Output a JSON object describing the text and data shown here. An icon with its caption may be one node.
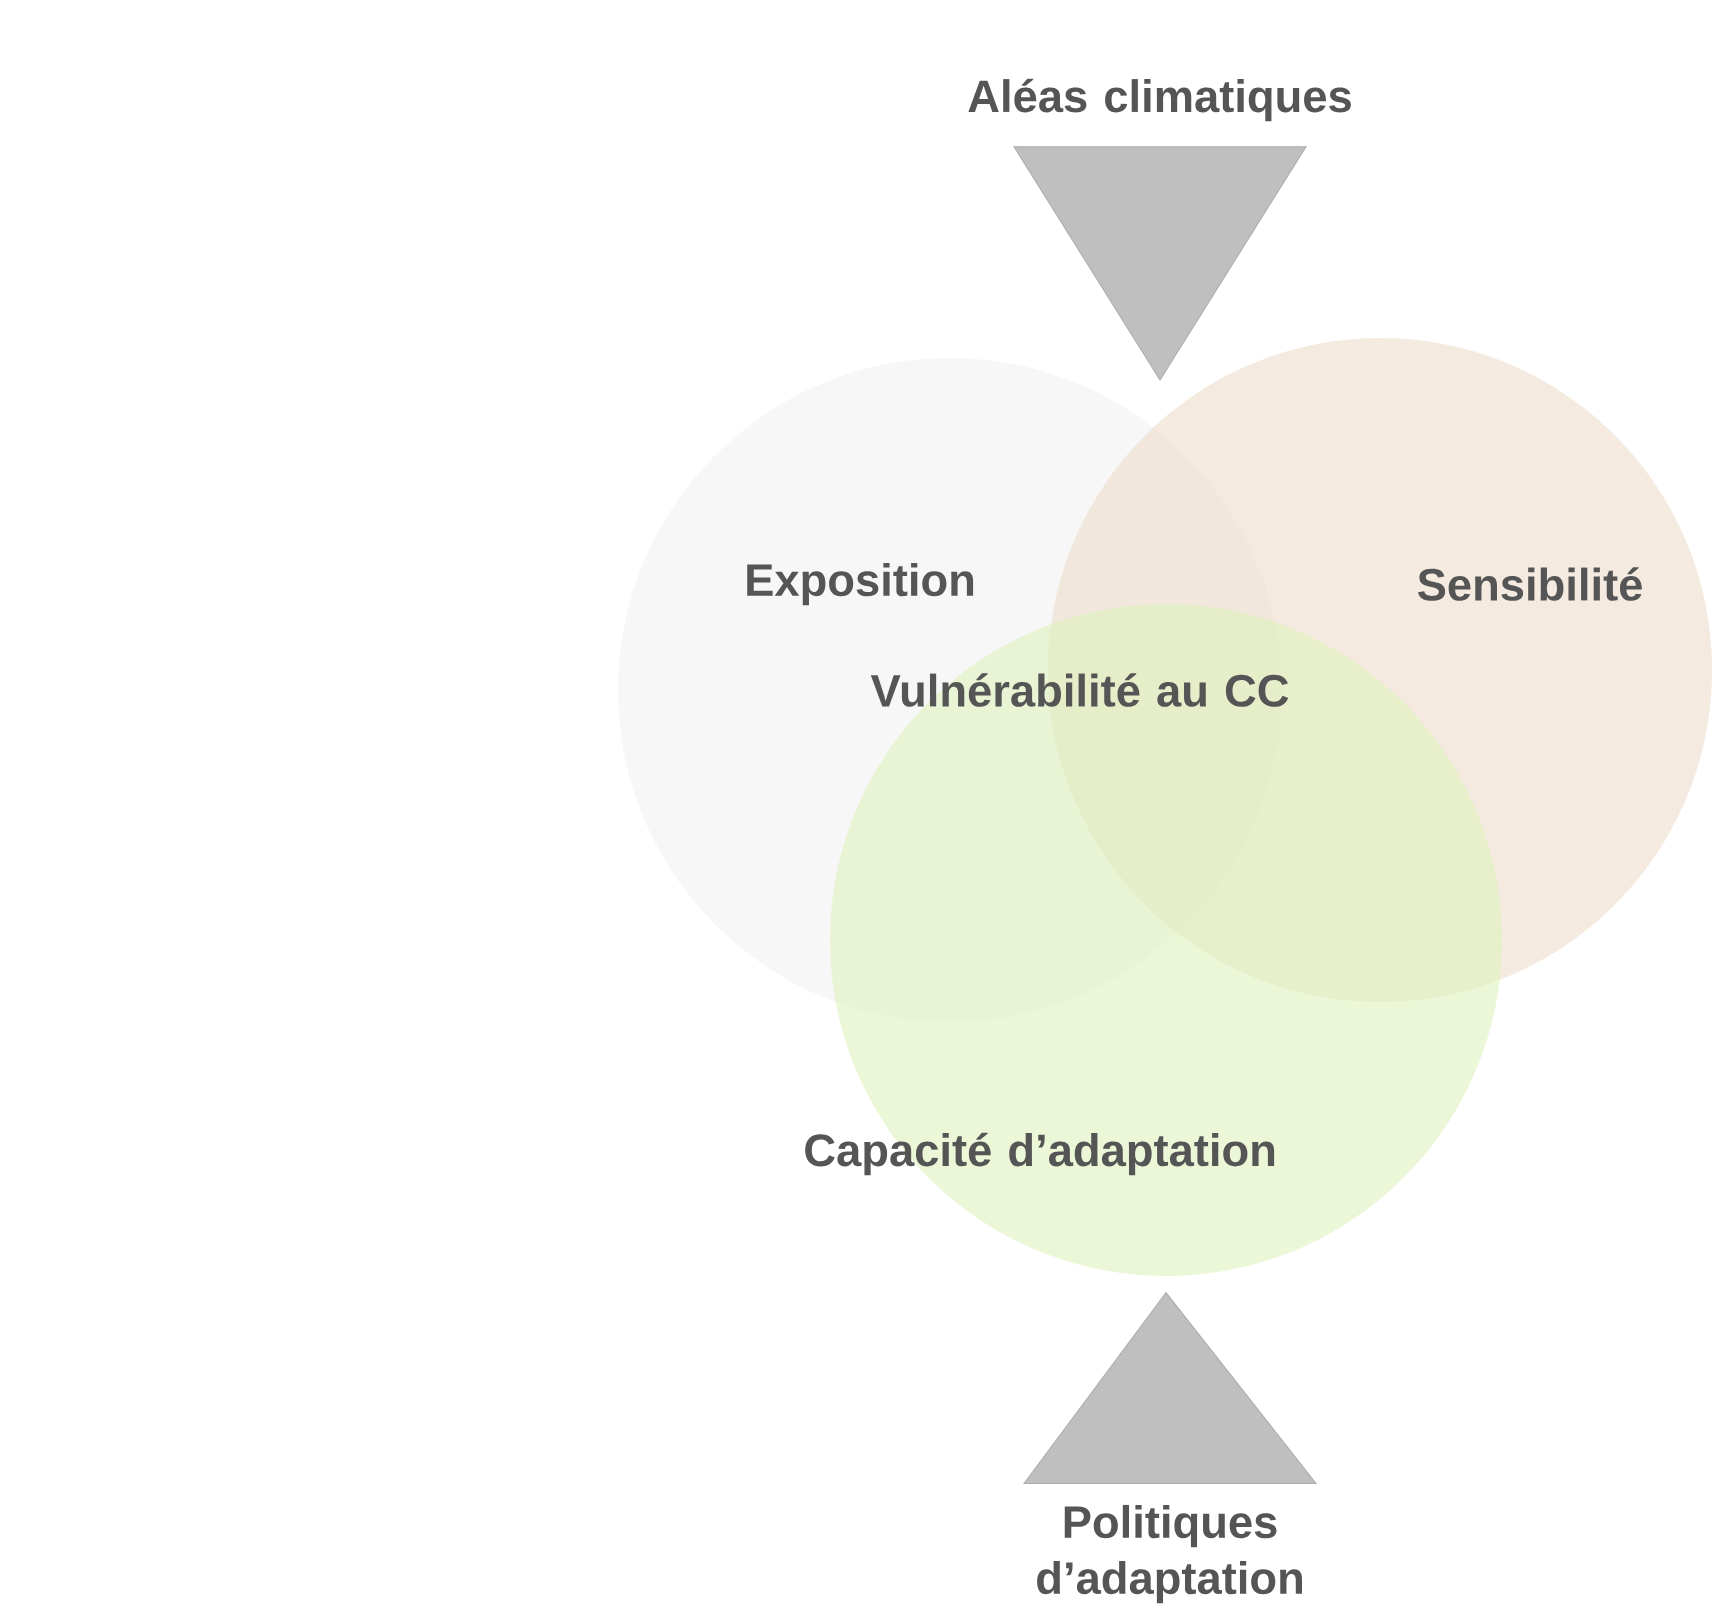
{
  "diagram": {
    "nodes": [
      {
        "text": [
          "Aléas climatiques"
        ]
      },
      {
        "text": [
          "Exposition"
        ]
      },
      {
        "text": [
          "Sensibilité"
        ]
      },
      {
        "text": [
          "Capacité d’adaptation"
        ]
      },
      {
        "text": [
          "Politiques d’adaptation"
        ]
      }
    ],
    "edges": [
      {
        "from": 0,
        "to": null,
        "arrow": "to"
      },
      {
        "from": 4,
        "to": 3,
        "arrow": "to"
      }
    ],
    "labels": [
      "Vulnérabilité au CC"
    ]
  }
}
